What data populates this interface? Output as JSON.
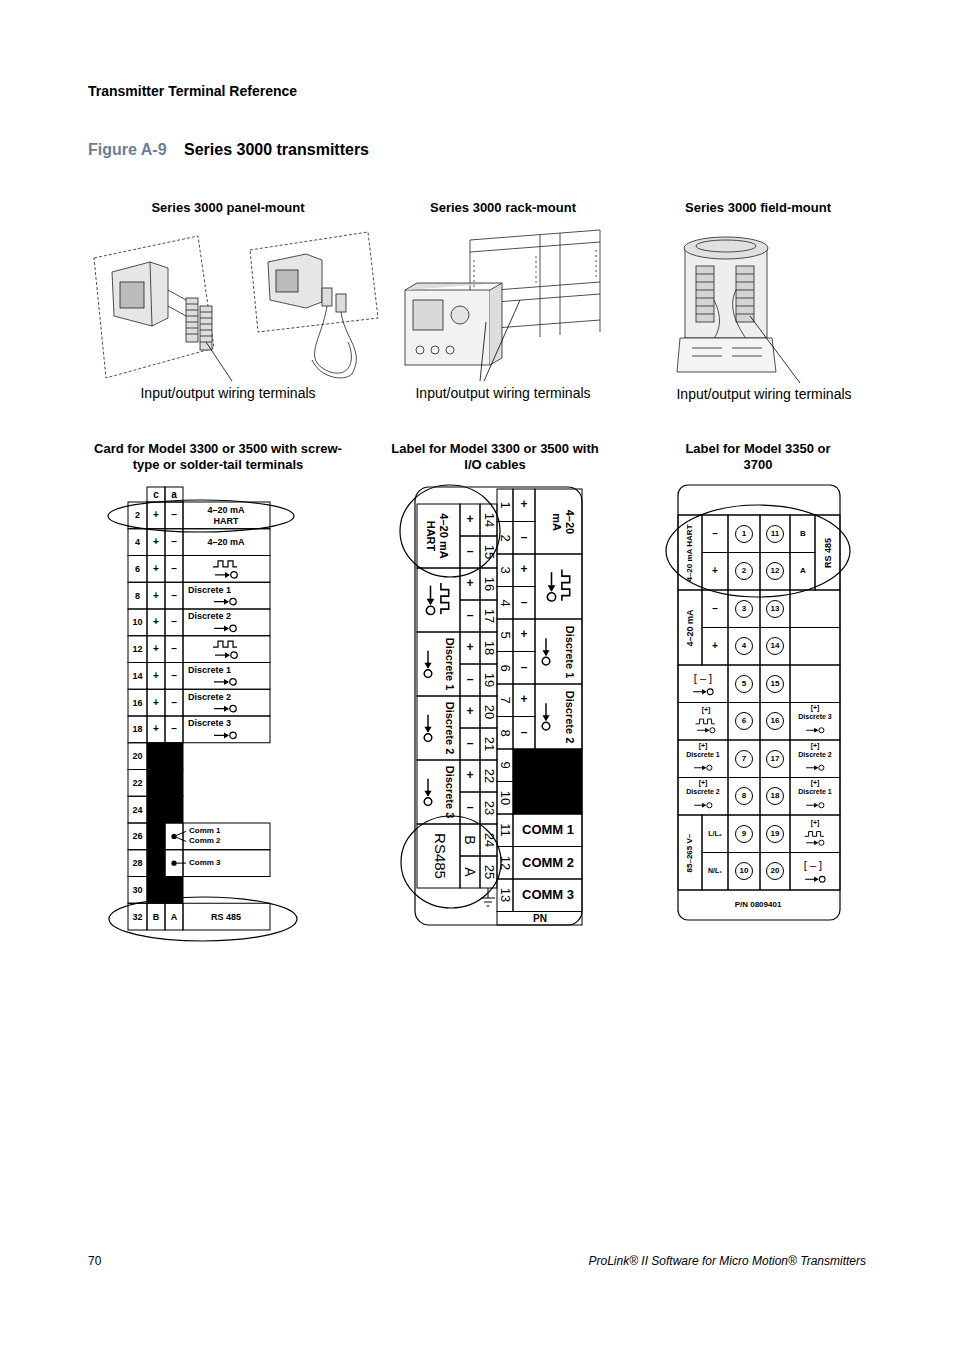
{
  "diagram": {
    "title": "Series 3000 transmitters",
    "nodes": [
      {
        "text": [
          "Card for Model 3300 or 3500 with screw-type or solder-tail terminals"
        ]
      },
      {
        "text": [
          "Label for Model 3300 or 3500 with I/O cables"
        ]
      },
      {
        "text": [
          "Label for Model 3350 or 3700"
        ]
      },
      {
        "text": [
          "1"
        ],
        "in": 2
      },
      {
        "text": [
          "11"
        ],
        "in": 2
      },
      {
        "text": [
          "2"
        ],
        "in": 2
      },
      {
        "text": [
          "12"
        ],
        "in": 2
      },
      {
        "text": [
          "3"
        ],
        "in": 2
      },
      {
        "text": [
          "13"
        ],
        "in": 2
      },
      {
        "text": [
          "4"
        ],
        "in": 2
      },
      {
        "text": [
          "14"
        ],
        "in": 2
      },
      {
        "text": [
          "5"
        ],
        "in": 2
      },
      {
        "text": [
          "15"
        ],
        "in": 2
      },
      {
        "text": [
          "6"
        ],
        "in": 2
      },
      {
        "text": [
          "16"
        ],
        "in": 2
      },
      {
        "text": [
          "7"
        ],
        "in": 2
      },
      {
        "text": [
          "17"
        ],
        "in": 2
      },
      {
        "text": [
          "8"
        ],
        "in": 2
      },
      {
        "text": [
          "18"
        ],
        "in": 2
      },
      {
        "text": [
          "9"
        ],
        "in": 2
      },
      {
        "text": [
          "19"
        ],
        "in": 2
      },
      {
        "text": [
          "10"
        ],
        "in": 2
      },
      {
        "text": [
          "20"
        ],
        "in": 2
      }
    ],
    "labels": [
      "Transmitter Terminal Reference",
      "Figure A-9",
      "Series 3000 panel-mount",
      "Series 3000 rack-mount",
      "Series 3000 field-mount",
      "Input/output wiring terminals",
      "Input/output wiring terminals",
      "Input/output wiring terminals",
      "c",
      "a",
      "2",
      "4",
      "6",
      "8",
      "10",
      "12",
      "14",
      "16",
      "18",
      "20",
      "22",
      "24",
      "26",
      "28",
      "30",
      "32",
      "+",
      "–",
      "+",
      "–",
      "+",
      "–",
      "+",
      "–",
      "+",
      "–",
      "+",
      "–",
      "+",
      "–",
      "+",
      "–",
      "+",
      "–",
      "B",
      "A",
      "4–20 mA HART",
      "4–20 mA",
      "Discrete 1",
      "Discrete 2",
      "Discrete 1",
      "Discrete 2",
      "Discrete 3",
      "Comm 1",
      "Comm 2",
      "Comm 3",
      "RS 485",
      "1",
      "2",
      "3",
      "4",
      "5",
      "6",
      "7",
      "8",
      "9",
      "10",
      "11",
      "12",
      "13",
      "14",
      "15",
      "16",
      "17",
      "18",
      "19",
      "20",
      "21",
      "22",
      "23",
      "24",
      "25",
      "+",
      "–",
      "+",
      "–",
      "+",
      "–",
      "+",
      "–",
      "+",
      "–",
      "+",
      "–",
      "+",
      "–",
      "+",
      "–",
      "+",
      "–",
      "B",
      "A",
      "4–20 mA",
      "Discrete 1",
      "Discrete 2",
      "COMM 1",
      "COMM 2",
      "COMM 3",
      "PN",
      "4–20 mA HART",
      "Discrete 1",
      "Discrete 2",
      "Discrete 3",
      "RS485",
      "4–20 mA HART",
      "–",
      "+",
      "4–20 mA",
      "–",
      "+",
      "B",
      "A",
      "RS 485",
      "[ – ]",
      "[+]",
      "[+]",
      "Discrete 1",
      "[+]",
      "Discrete 2",
      "[+]",
      "Discrete 3",
      "[+]",
      "Discrete 2",
      "[+]",
      "Discrete 1",
      "85–265 V~",
      "L/L₂",
      "N/L₁",
      "[+]",
      "[ – ]",
      "P/N 0809401",
      "70",
      "ProLink® II Software for Micro Motion® Transmitters"
    ]
  }
}
